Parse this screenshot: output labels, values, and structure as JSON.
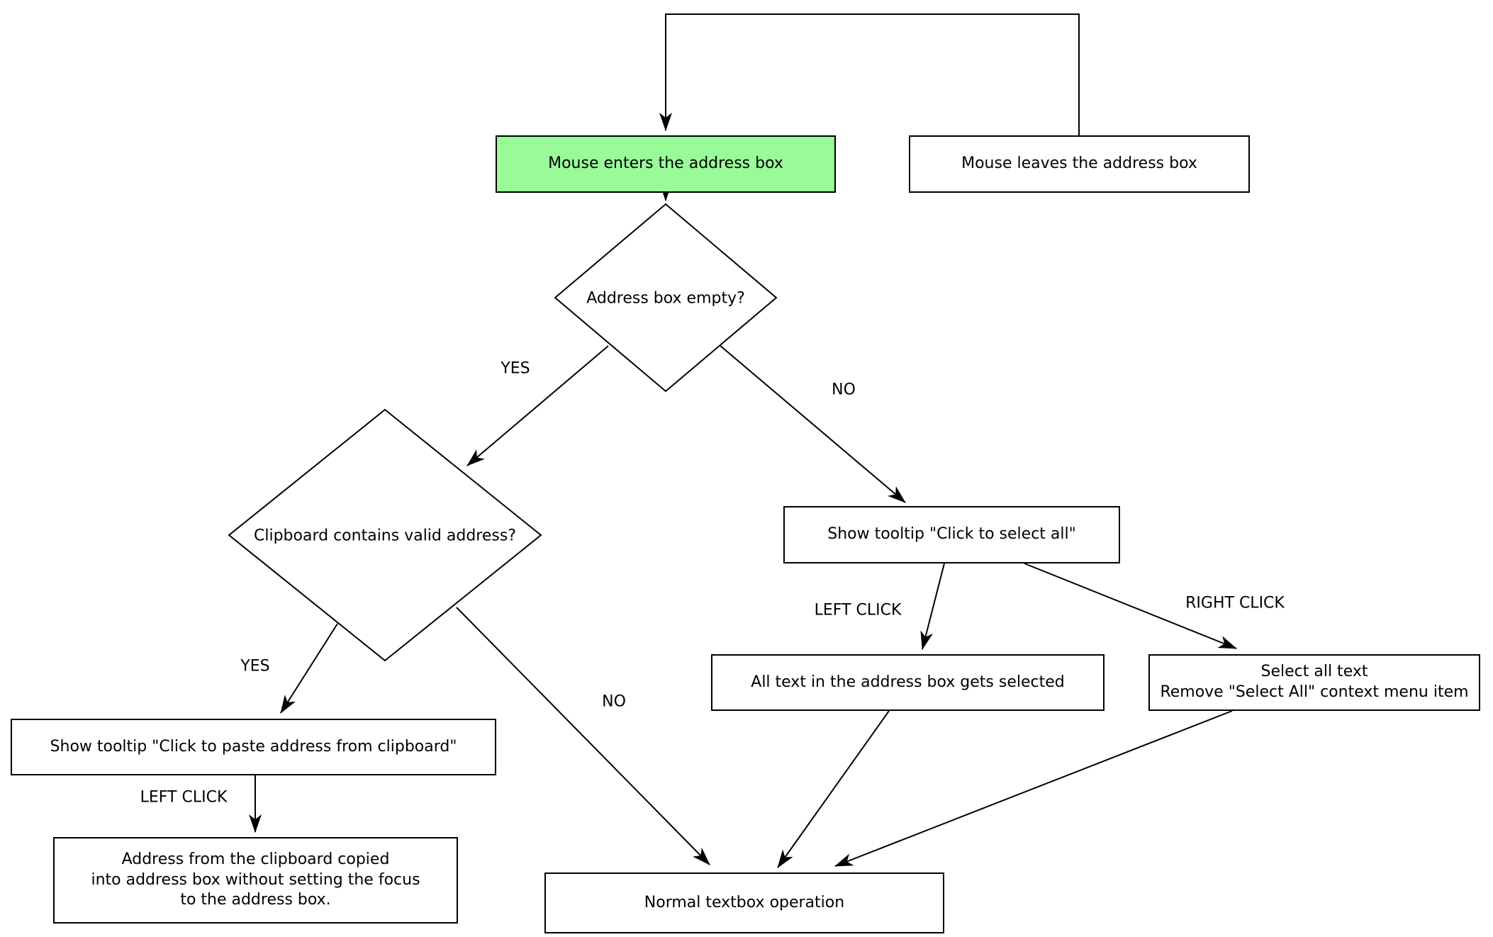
{
  "diagram": {
    "colors": {
      "highlight_fill": "#98FB98",
      "node_fill": "#ffffff",
      "stroke": "#000000"
    },
    "nodes": {
      "mouse_enters": {
        "label": "Mouse enters the address box"
      },
      "mouse_leaves": {
        "label": "Mouse leaves the address box"
      },
      "address_box_empty": {
        "label": "Address box empty?"
      },
      "clipboard_valid": {
        "label": "Clipboard contains valid address?"
      },
      "show_tooltip_select_all": {
        "label": "Show tooltip \"Click to select all\""
      },
      "all_text_selected": {
        "label": "All text in the address box gets selected"
      },
      "select_all_text": {
        "label": "Select all text\nRemove \"Select All\" context menu item"
      },
      "show_tooltip_paste": {
        "label": "Show tooltip \"Click to paste address from clipboard\""
      },
      "address_copied": {
        "label": "Address from the clipboard copied\ninto address box without setting the focus\nto the address box."
      },
      "normal_textbox": {
        "label": "Normal textbox operation"
      }
    },
    "edge_labels": {
      "empty_yes": "YES",
      "empty_no": "NO",
      "clipboard_yes": "YES",
      "clipboard_no": "NO",
      "paste_left_click": "LEFT CLICK",
      "select_left_click": "LEFT CLICK",
      "select_right_click": "RIGHT CLICK"
    }
  }
}
